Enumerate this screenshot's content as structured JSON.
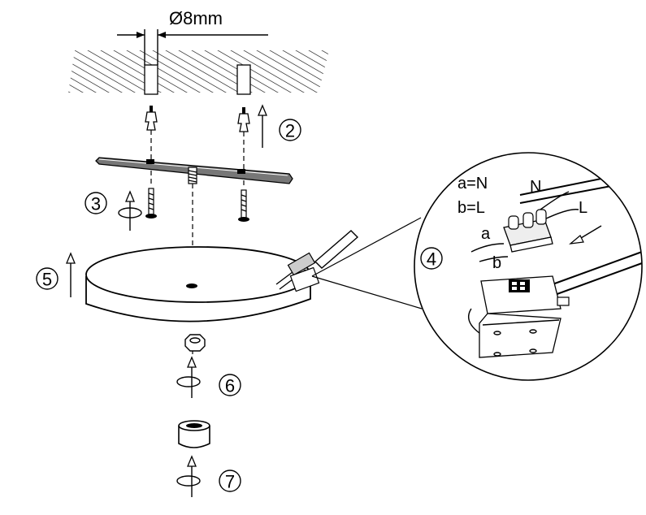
{
  "dimension_label": "Ø8mm",
  "steps": [
    "2",
    "3",
    "4",
    "5",
    "6",
    "7"
  ],
  "detail": {
    "legend_a": "a=N",
    "legend_b": "b=L",
    "wire_n": "N",
    "wire_l": "L",
    "wire_a": "a",
    "wire_b": "b"
  },
  "colors": {
    "line": "#000000",
    "background": "#ffffff",
    "fill_light": "#eeeeee",
    "fill_mid": "#cccccc"
  },
  "icons": [
    "rotate-icon",
    "arrow-up-icon"
  ]
}
